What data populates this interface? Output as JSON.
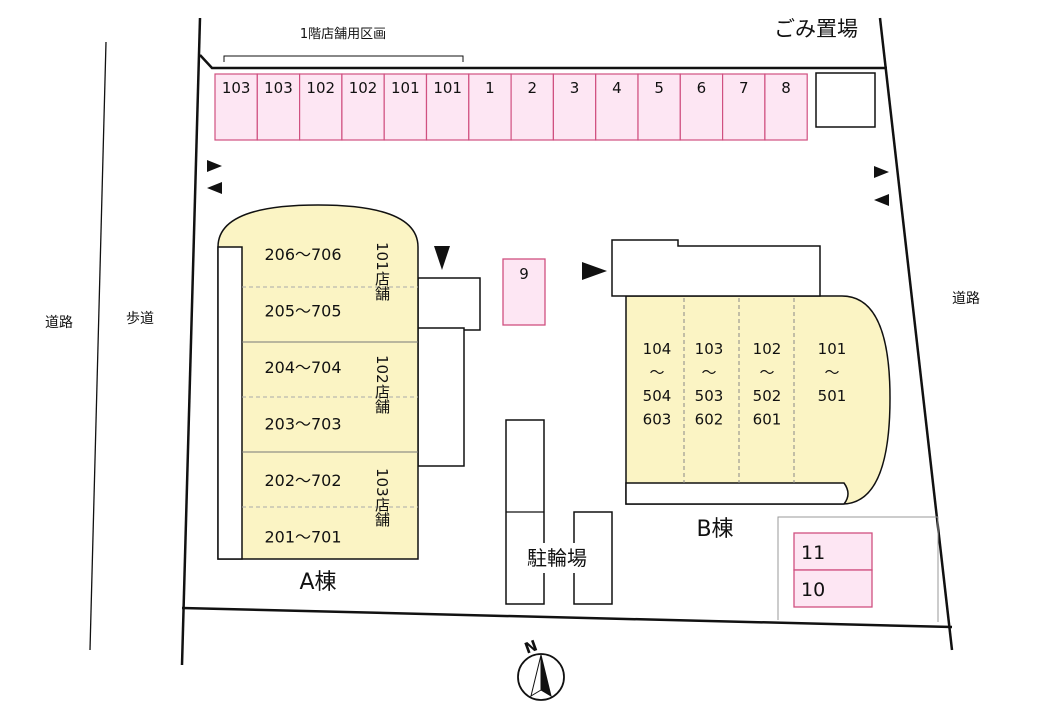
{
  "colors": {
    "parking_fill": "#fde6f3",
    "parking_stroke": "#d05080",
    "building_fill": "#fbf4c4",
    "line": "#111111"
  },
  "labels": {
    "shop_section": "1階店舗用区画",
    "garbage": "ごみ置場",
    "road_left": "道路",
    "road_right": "道路",
    "sidewalk": "歩道",
    "building_a": "A棟",
    "building_b": "B棟",
    "bicycle": "駐輪場",
    "north": "N"
  },
  "top_parking": [
    "103",
    "103",
    "102",
    "102",
    "101",
    "101",
    "1",
    "2",
    "3",
    "4",
    "5",
    "6",
    "7",
    "8"
  ],
  "building_a": {
    "rows": [
      "206～706",
      "205～705",
      "204～704",
      "203～703",
      "202～702",
      "201～701"
    ],
    "shops": [
      "101店舗",
      "102店舗",
      "103店舗"
    ]
  },
  "building_b": {
    "columns": [
      {
        "l1": "104",
        "l2": "～",
        "l3": "504",
        "l4": "603"
      },
      {
        "l1": "103",
        "l2": "～",
        "l3": "503",
        "l4": "602"
      },
      {
        "l1": "102",
        "l2": "～",
        "l3": "502",
        "l4": "601"
      },
      {
        "l1": "101",
        "l2": "～",
        "l3": "501",
        "l4": ""
      }
    ]
  },
  "lot_9": "9",
  "lots_bottom": [
    "11",
    "10"
  ]
}
